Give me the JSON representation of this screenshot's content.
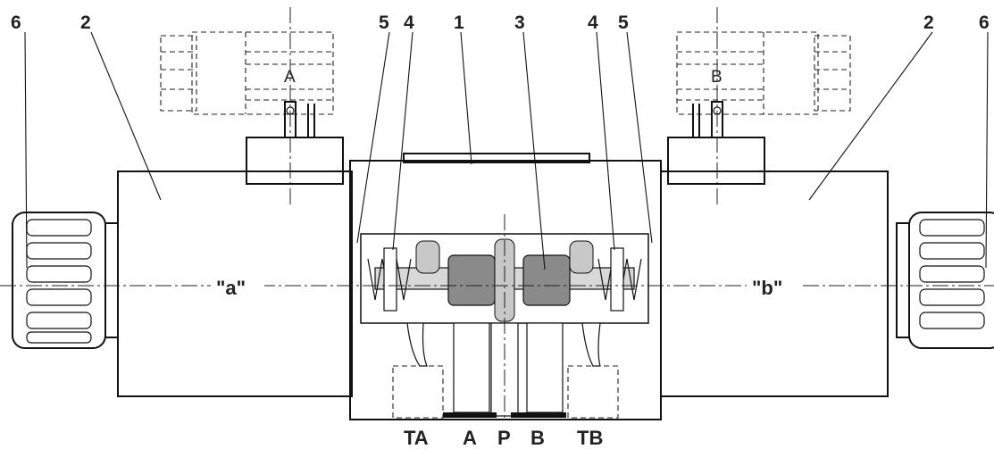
{
  "labels": {
    "callouts": [
      "6",
      "2",
      "5",
      "4",
      "1",
      "3",
      "4",
      "5",
      "2",
      "6"
    ],
    "coil_a": "A",
    "coil_b": "B",
    "position_a": "\"a\"",
    "position_b": "\"b\"",
    "ports": [
      "TA",
      "A",
      "P",
      "B",
      "TB"
    ]
  },
  "colors": {
    "body_fill": "#a9a9a9",
    "spool_fill": "#8a8a8a",
    "line": "#111111",
    "background": "#ffffff"
  }
}
